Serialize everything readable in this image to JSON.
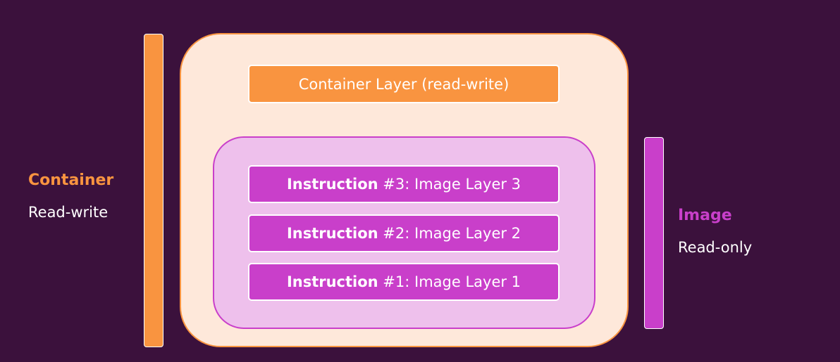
{
  "colors": {
    "background": "#3b113c",
    "container_accent": "#f99440",
    "container_fill": "#fee8da",
    "image_accent": "#c93fca",
    "image_fill": "#eec0ec"
  },
  "left_label": {
    "title": "Container",
    "subtitle": "Read-write"
  },
  "right_label": {
    "title": "Image",
    "subtitle": "Read-only"
  },
  "container_layer": {
    "label": "Container Layer (read-write)"
  },
  "image_layers": [
    {
      "prefix": "Instruction",
      "suffix": " #3: Image Layer 3"
    },
    {
      "prefix": "Instruction",
      "suffix": " #2: Image Layer 2"
    },
    {
      "prefix": "Instruction",
      "suffix": " #1: Image Layer 1"
    }
  ]
}
